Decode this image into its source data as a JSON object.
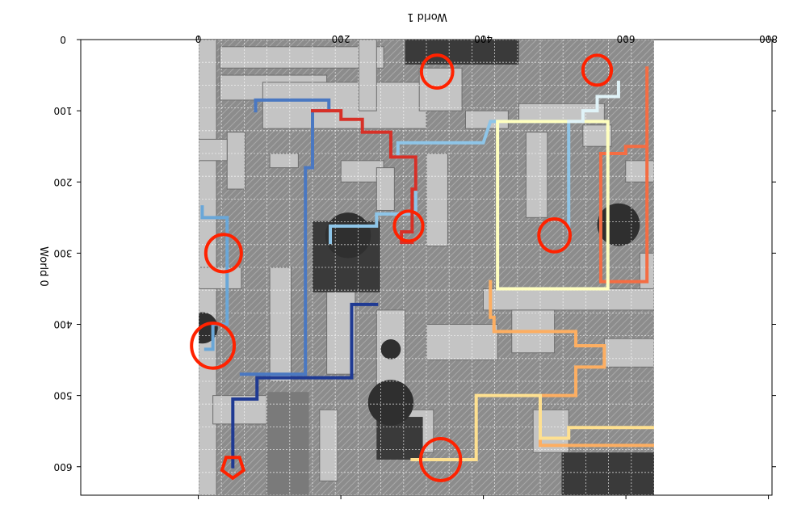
{
  "figure": {
    "top_axis_label": "World 1",
    "left_axis_label": "World 0",
    "orientation": "rotated-180 (axis text rendered upside down)"
  },
  "axes": {
    "x_ticks": [
      "0",
      "200",
      "400",
      "600",
      "800"
    ],
    "y_ticks": [
      "0",
      "100",
      "200",
      "300",
      "400",
      "500",
      "600"
    ],
    "x_range": [
      -165,
      805
    ],
    "y_range": [
      0,
      640
    ]
  },
  "map": {
    "image_extent_x": [
      0,
      640
    ],
    "image_extent_y": [
      0,
      640
    ],
    "grid": "dotted",
    "palette": {
      "floor": "#8c8c8c",
      "wall_light": "#c4c4c4",
      "wall_mid": "#6e6e6e",
      "dark": "#3a3a3a",
      "tree": "#2f2f2f"
    }
  },
  "paths": [
    {
      "color": "#1f3a93",
      "points": [
        [
          48,
          600
        ],
        [
          48,
          505
        ],
        [
          82,
          505
        ],
        [
          82,
          475
        ],
        [
          215,
          475
        ],
        [
          215,
          372
        ],
        [
          250,
          372
        ]
      ]
    },
    {
      "color": "#4a78c2",
      "points": [
        [
          80,
          100
        ],
        [
          80,
          85
        ],
        [
          183,
          85
        ],
        [
          183,
          100
        ],
        [
          160,
          100
        ],
        [
          160,
          180
        ],
        [
          150,
          180
        ],
        [
          150,
          200
        ],
        [
          150,
          470
        ],
        [
          60,
          470
        ]
      ]
    },
    {
      "color": "#6aa7d8",
      "points": [
        [
          5,
          235
        ],
        [
          5,
          250
        ],
        [
          40,
          250
        ],
        [
          40,
          400
        ],
        [
          20,
          400
        ],
        [
          20,
          435
        ],
        [
          10,
          435
        ]
      ]
    },
    {
      "color": "#8ec5e8",
      "points": [
        [
          185,
          285
        ],
        [
          185,
          262
        ],
        [
          250,
          262
        ],
        [
          250,
          245
        ],
        [
          305,
          245
        ],
        [
          305,
          165
        ],
        [
          280,
          165
        ],
        [
          280,
          145
        ],
        [
          350,
          145
        ],
        [
          400,
          145
        ],
        [
          410,
          115
        ],
        [
          520,
          115
        ],
        [
          520,
          270
        ]
      ]
    },
    {
      "color": "#d73027",
      "points": [
        [
          160,
          100
        ],
        [
          200,
          100
        ],
        [
          200,
          112
        ],
        [
          230,
          112
        ],
        [
          230,
          130
        ],
        [
          270,
          130
        ],
        [
          270,
          165
        ],
        [
          305,
          165
        ],
        [
          305,
          210
        ],
        [
          300,
          210
        ],
        [
          300,
          270
        ],
        [
          285,
          270
        ],
        [
          285,
          285
        ],
        [
          300,
          285
        ]
      ]
    },
    {
      "color": "#f46d43",
      "points": [
        [
          630,
          40
        ],
        [
          630,
          340
        ],
        [
          565,
          340
        ],
        [
          565,
          160
        ],
        [
          600,
          160
        ],
        [
          600,
          150
        ],
        [
          630,
          150
        ]
      ]
    },
    {
      "color": "#fdae61",
      "points": [
        [
          650,
          580
        ],
        [
          650,
          570
        ],
        [
          480,
          570
        ],
        [
          480,
          500
        ],
        [
          530,
          500
        ],
        [
          530,
          460
        ],
        [
          570,
          460
        ],
        [
          570,
          430
        ],
        [
          530,
          430
        ],
        [
          530,
          410
        ],
        [
          415,
          410
        ],
        [
          415,
          390
        ],
        [
          410,
          390
        ],
        [
          410,
          340
        ]
      ]
    },
    {
      "color": "#fee090",
      "points": [
        [
          300,
          590
        ],
        [
          390,
          590
        ],
        [
          390,
          500
        ],
        [
          480,
          500
        ],
        [
          480,
          560
        ],
        [
          520,
          560
        ],
        [
          520,
          545
        ],
        [
          640,
          545
        ]
      ]
    },
    {
      "color": "#ffffbf",
      "points": [
        [
          420,
          350
        ],
        [
          420,
          115
        ],
        [
          575,
          115
        ],
        [
          575,
          350
        ],
        [
          420,
          350
        ]
      ]
    },
    {
      "color": "#e0f3f8",
      "points": [
        [
          520,
          115
        ],
        [
          540,
          115
        ],
        [
          540,
          100
        ],
        [
          560,
          100
        ],
        [
          560,
          80
        ],
        [
          590,
          80
        ],
        [
          590,
          60
        ]
      ]
    }
  ],
  "markers": {
    "circles": [
      {
        "x": 335,
        "y": 45,
        "r": 22
      },
      {
        "x": 560,
        "y": 43,
        "r": 20
      },
      {
        "x": 295,
        "y": 262,
        "r": 20
      },
      {
        "x": 500,
        "y": 275,
        "r": 22
      },
      {
        "x": 35,
        "y": 300,
        "r": 25
      },
      {
        "x": 20,
        "y": 430,
        "r": 30
      },
      {
        "x": 340,
        "y": 590,
        "r": 28
      }
    ],
    "pentagon": {
      "x": 48,
      "y": 600,
      "r": 16
    },
    "color": "#ff2200"
  }
}
